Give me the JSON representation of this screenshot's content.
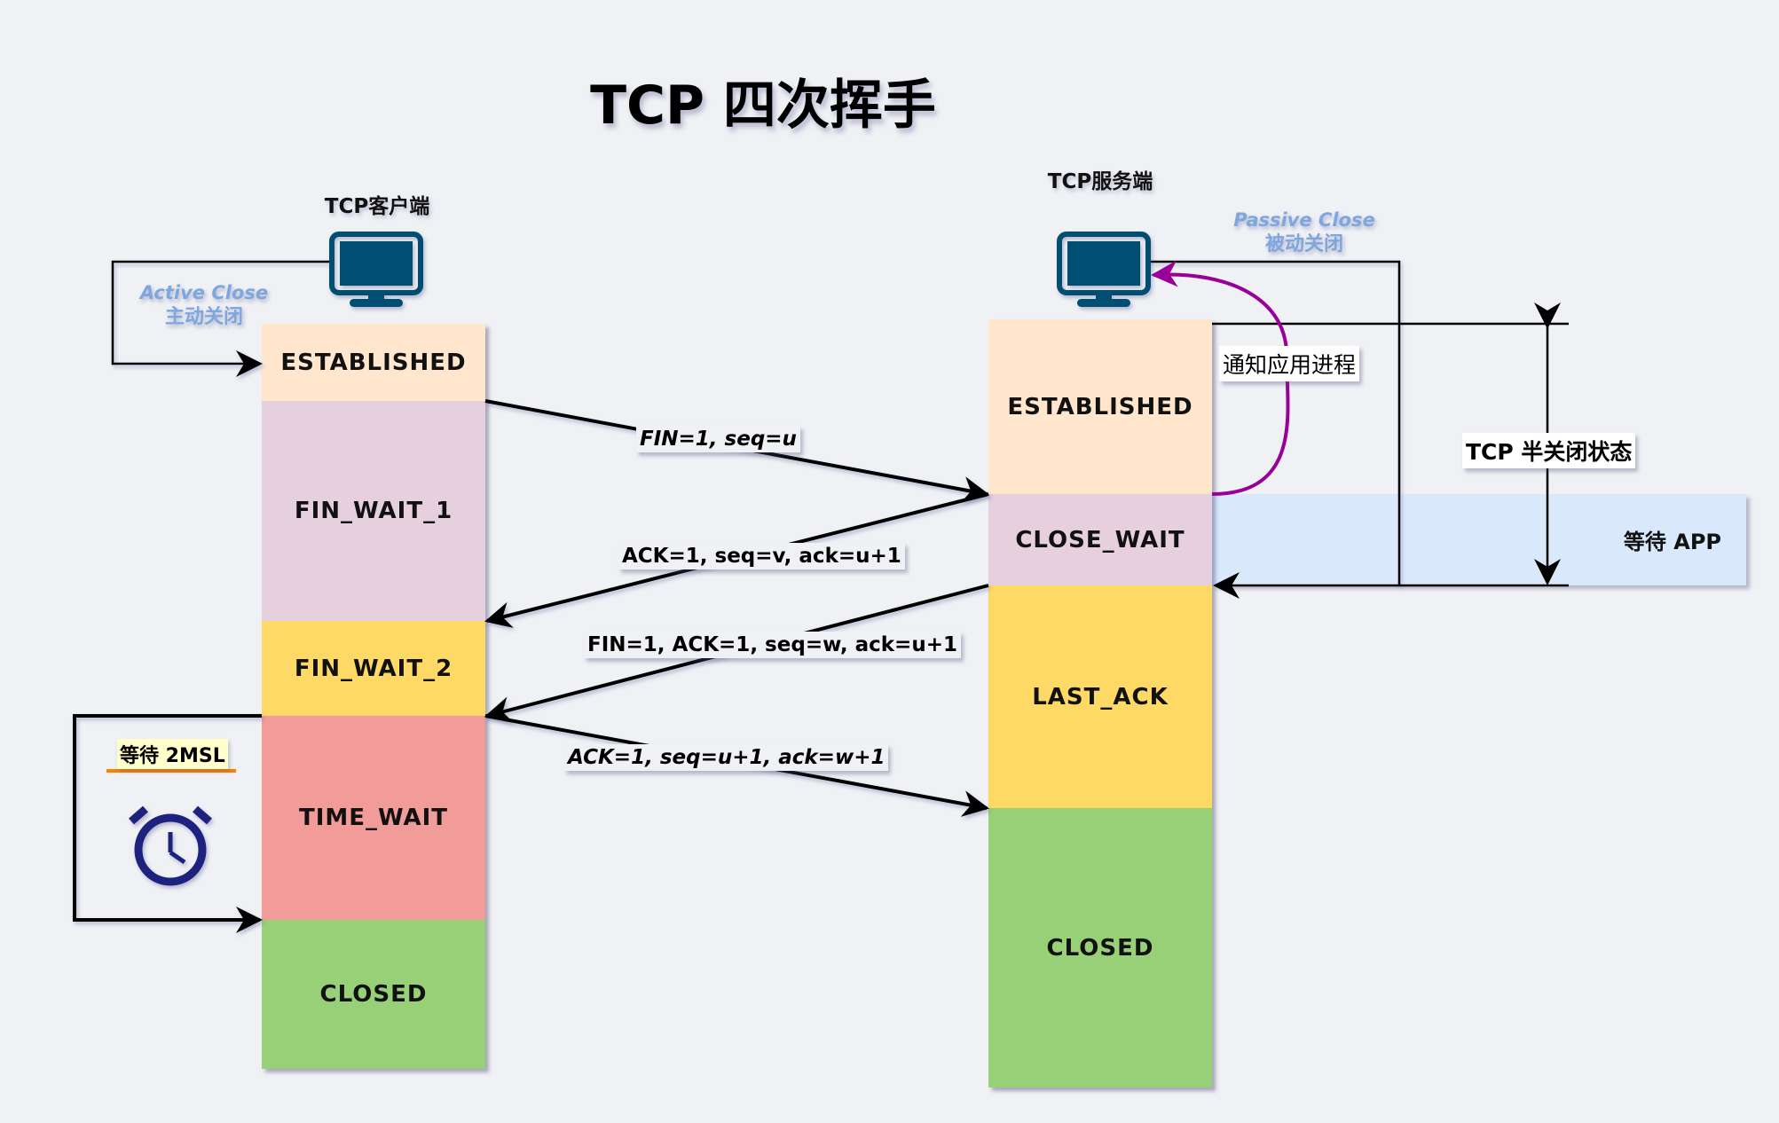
{
  "title": "TCP 四次挥手",
  "client": {
    "label": "TCP客户端",
    "icon": "monitor-icon",
    "close_note": {
      "en": "Active Close",
      "zh": "主动关闭"
    },
    "states": [
      {
        "name": "ESTABLISHED",
        "color": "#ffe6cc"
      },
      {
        "name": "FIN_WAIT_1",
        "color": "#e6d0de"
      },
      {
        "name": "FIN_WAIT_2",
        "color": "#ffd966"
      },
      {
        "name": "TIME_WAIT",
        "color": "#f19c99"
      },
      {
        "name": "CLOSED",
        "color": "#97d077"
      }
    ],
    "wait_note": {
      "label": "等待 2MSL",
      "icon": "alarm-clock-icon"
    }
  },
  "server": {
    "label": "TCP服务端",
    "icon": "monitor-icon",
    "close_note": {
      "en": "Passive Close",
      "zh": "被动关闭"
    },
    "states": [
      {
        "name": "ESTABLISHED",
        "color": "#ffe6cc"
      },
      {
        "name": "CLOSE_WAIT",
        "color": "#e6d0de"
      },
      {
        "name": "LAST_ACK",
        "color": "#ffd966"
      },
      {
        "name": "CLOSED",
        "color": "#97d077"
      }
    ],
    "notify_label": "通知应用进程",
    "wait_app_label": "等待 APP",
    "half_close_label": "TCP 半关闭状态"
  },
  "messages": [
    {
      "text": "FIN=1,  seq=u",
      "direction": "client-to-server",
      "italic": true
    },
    {
      "text": "ACK=1,  seq=v,  ack=u+1",
      "direction": "server-to-client",
      "italic": false
    },
    {
      "text": "FIN=1,  ACK=1,  seq=w,  ack=u+1",
      "direction": "server-to-client",
      "italic": false
    },
    {
      "text": "ACK=1,  seq=u+1,  ack=w+1",
      "direction": "client-to-server",
      "italic": true
    }
  ],
  "colors": {
    "background": "#eff1f4",
    "monitor": "#004f73",
    "notify_arrow": "#990099",
    "note_blue": "#7ea6df",
    "wait_app_bg": "#dae8fc",
    "clock": "#1a237e",
    "underline": "#ff8000",
    "wait_2msl_bg": "#ffffcc"
  }
}
